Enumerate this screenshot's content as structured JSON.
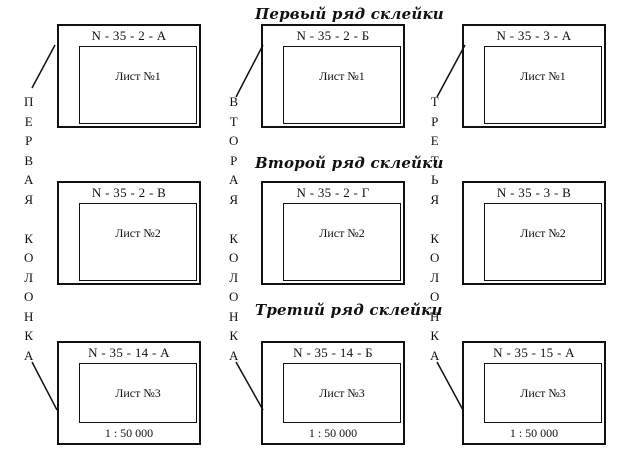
{
  "row_titles": [
    "Первый ряд склейки",
    "Второй ряд склейки",
    "Третий ряд склейки"
  ],
  "column_labels": [
    [
      "П",
      "Е",
      "Р",
      "В",
      "А",
      "Я",
      "",
      "К",
      "О",
      "Л",
      "О",
      "Н",
      "К",
      "А"
    ],
    [
      "В",
      "Т",
      "О",
      "Р",
      "А",
      "Я",
      "",
      "К",
      "О",
      "Л",
      "О",
      "Н",
      "К",
      "А"
    ],
    [
      "Т",
      "Р",
      "Е",
      "Т",
      "Ь",
      "Я",
      "",
      "К",
      "О",
      "Л",
      "О",
      "Н",
      "К",
      "А"
    ]
  ],
  "sheets": [
    [
      {
        "nomenclature": "N - 35 - 2 - А",
        "label": "Лист №1"
      },
      {
        "nomenclature": "N - 35 - 2 - Б",
        "label": "Лист №1"
      },
      {
        "nomenclature": "N - 35 - 3 - А",
        "label": "Лист №1"
      }
    ],
    [
      {
        "nomenclature": "N - 35 - 2 - В",
        "label": "Лист №2"
      },
      {
        "nomenclature": "N - 35 - 2 - Г",
        "label": "Лист №2"
      },
      {
        "nomenclature": "N - 35 - 3 - В",
        "label": "Лист №2"
      }
    ],
    [
      {
        "nomenclature": "N - 35 - 14 - А",
        "label": "Лист №3",
        "scale": "1 : 50 000"
      },
      {
        "nomenclature": "N - 35 - 14 - Б",
        "label": "Лист №3",
        "scale": "1 : 50 000"
      },
      {
        "nomenclature": "N - 35 - 15 - А",
        "label": "Лист №3",
        "scale": "1 : 50 000"
      }
    ]
  ]
}
